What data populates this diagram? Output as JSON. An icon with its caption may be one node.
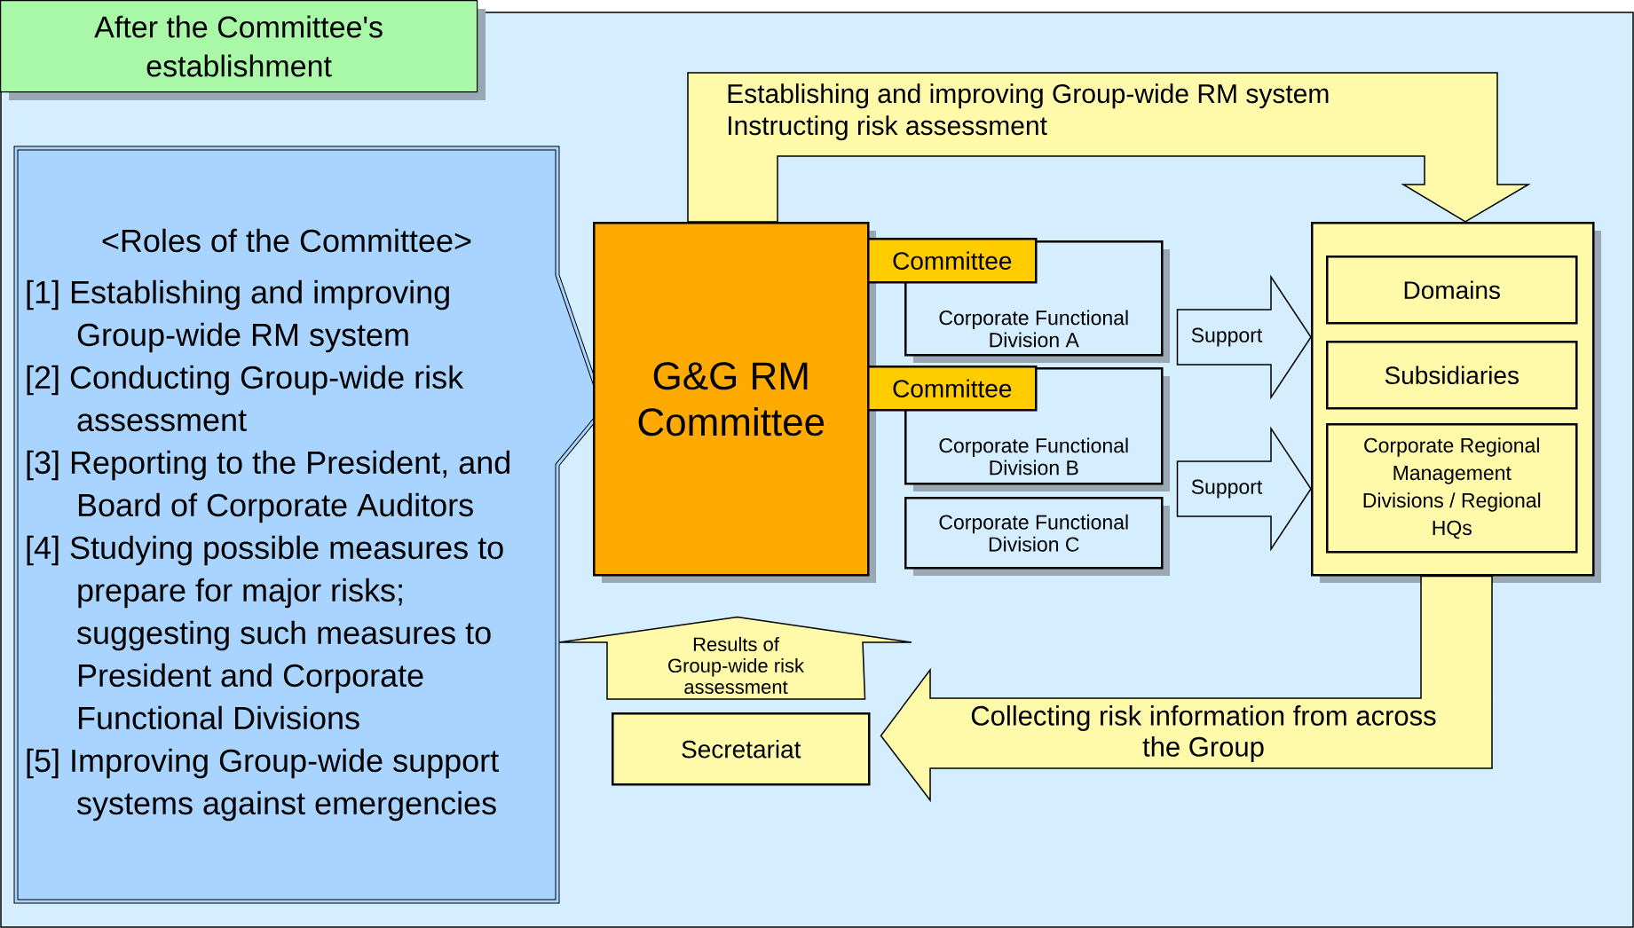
{
  "diagram": {
    "title": "After the Committee's establishment",
    "nodes": [
      {
        "text": [
          "<Roles of the Committee>",
          "[1] Establishing and improving Group-wide RM system",
          "[2] Conducting Group-wide risk assessment",
          "[3] Reporting to the President, and Board of Corporate Auditors",
          "[4] Studying possible measures to prepare for major risks; suggesting such measures to President and Corporate Functional Divisions",
          "[5] Improving Group-wide support systems against emergencies"
        ]
      },
      {
        "text": [
          "G&G RM Committee"
        ]
      },
      {
        "text": [
          "Committee"
        ]
      },
      {
        "text": [
          "Corporate Functional Division A"
        ]
      },
      {
        "text": [
          "Committee"
        ]
      },
      {
        "text": [
          "Corporate Functional Division B"
        ]
      },
      {
        "text": [
          "Corporate Functional Division C"
        ]
      },
      {
        "text": [],
        "shape": "box"
      },
      {
        "text": [
          "Domains"
        ],
        "in": 7
      },
      {
        "text": [
          "Subsidiaries"
        ],
        "in": 7
      },
      {
        "text": [
          "Corporate Regional Management Divisions / Regional HQs"
        ],
        "in": 7
      },
      {
        "text": [
          "Secretariat"
        ]
      }
    ],
    "edges": [
      {
        "from": 1,
        "to": 7,
        "arrow": "to",
        "label": "Establishing and improving Group-wide RM system Instructing risk assessment"
      },
      {
        "from": 3,
        "to": 7,
        "arrow": "to",
        "label": "Support"
      },
      {
        "from": 5,
        "to": 7,
        "arrow": "to",
        "label": "Support"
      },
      {
        "from": 7,
        "to": 11,
        "arrow": "to",
        "label": "Collecting risk information from across the Group"
      },
      {
        "from": 11,
        "to": 1,
        "arrow": "to",
        "label": "Results of Group-wide risk assessment"
      }
    ]
  }
}
